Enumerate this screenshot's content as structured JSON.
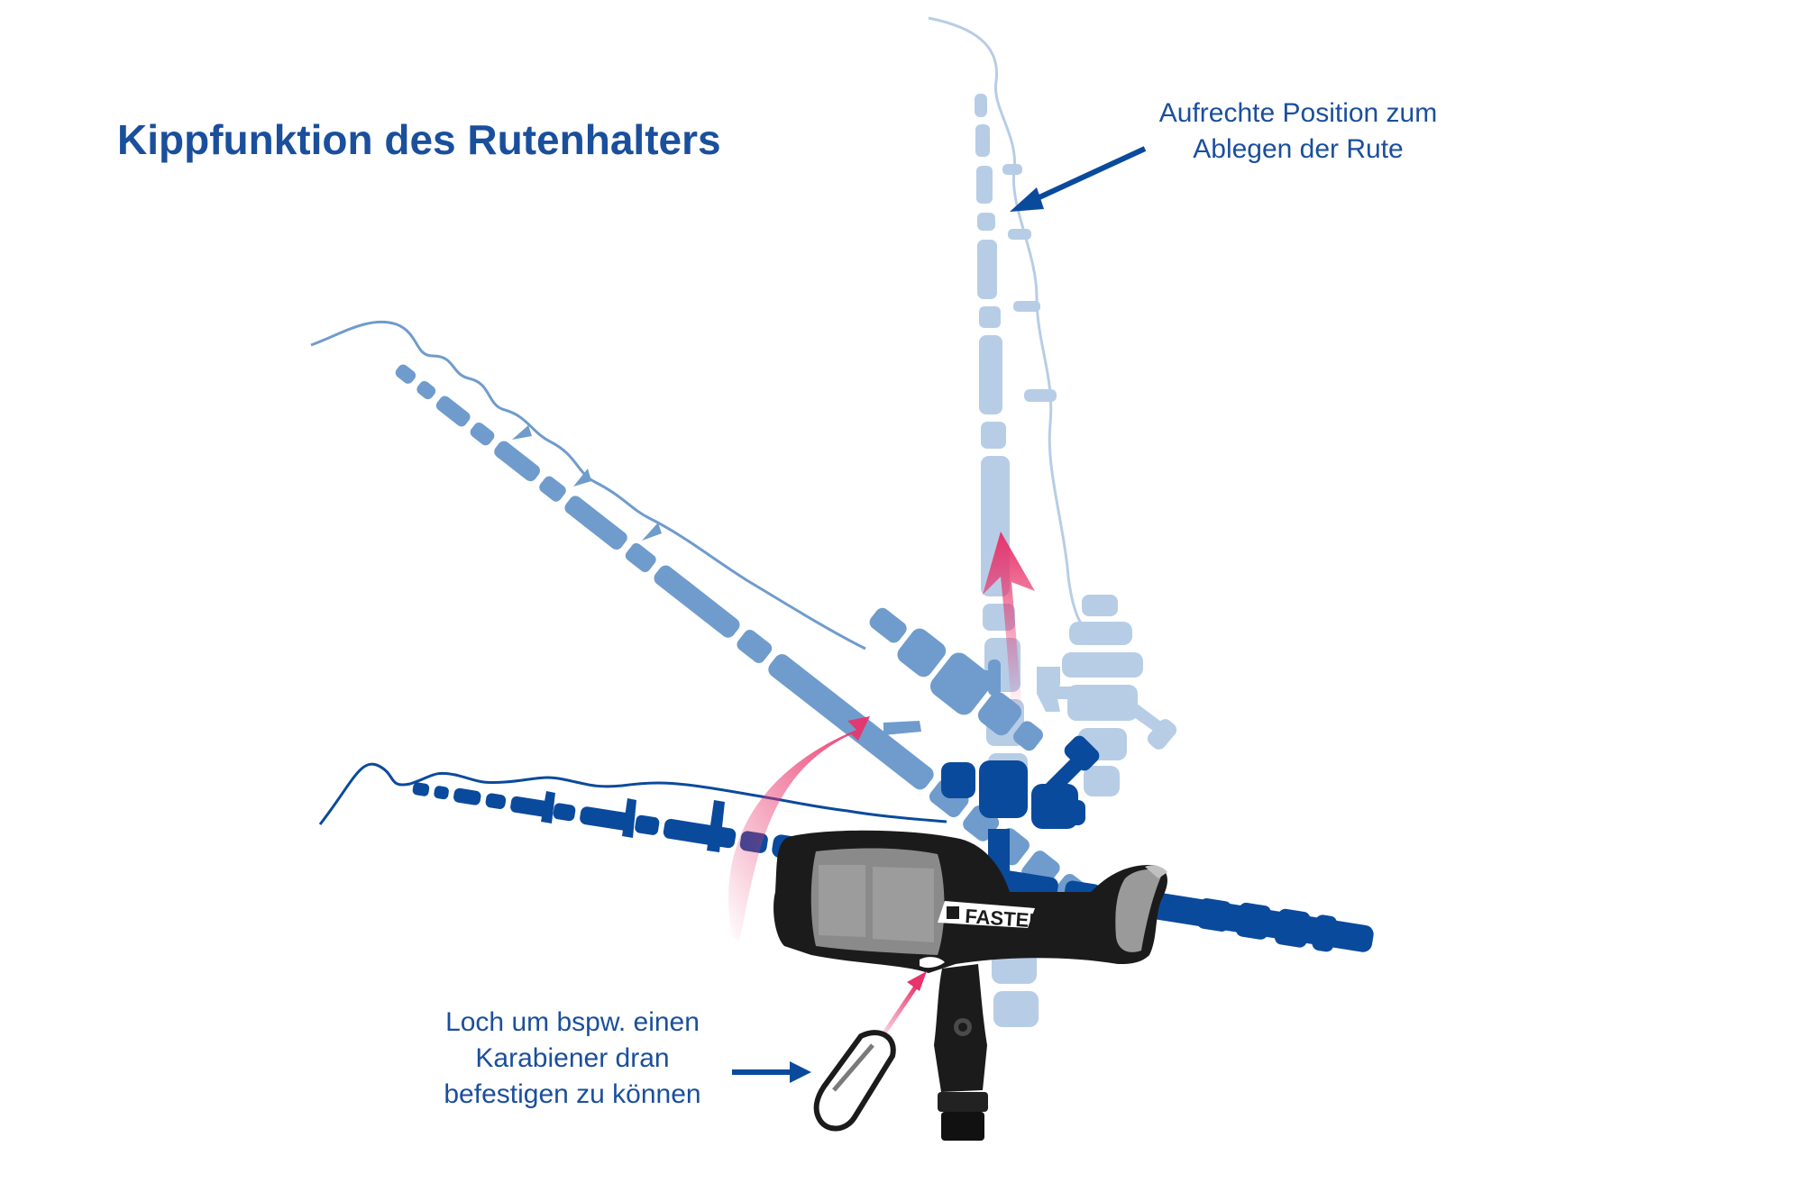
{
  "title": "Kippfunktion des Rutenhalters",
  "annotations": {
    "upright": {
      "lines": [
        "Aufrechte Position zum",
        "Ablegen der Rute"
      ]
    },
    "hole": {
      "lines": [
        "Loch um bspw. einen",
        "Karabiener dran",
        "befestigen zu können"
      ]
    }
  },
  "product": {
    "brand": "FASTEN"
  },
  "colors": {
    "text_blue": "#1a4f9c",
    "rod_horizontal": "#0a4a9c",
    "rod_diagonal": "#6f9ccc",
    "rod_upright": "#b7cde6",
    "arrow_pink": "#e8336b",
    "holder_black": "#1b1b1b",
    "holder_gray": "#8a8a8a"
  },
  "icons": [
    "curved-arrow-icon",
    "pointer-arrow-icon",
    "carabiner-icon"
  ]
}
